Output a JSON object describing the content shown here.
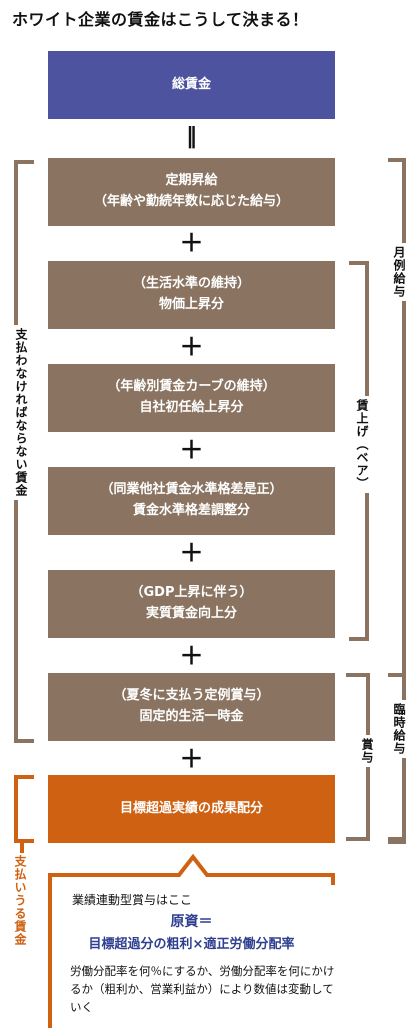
{
  "title": "ホワイト企業の賃金はこうして決まる！",
  "boxes": {
    "total": "総賃金",
    "teiki_line1": "定期昇給",
    "teiki_line2": "（年齢や勤続年数に応じた給与）",
    "seikatsu_line1": "（生活水準の維持）",
    "seikatsu_line2": "物価上昇分",
    "nenrei_line1": "（年齢別賃金カーブの維持）",
    "nenrei_line2": "自社初任給上昇分",
    "dogyo_line1": "（同業他社賃金水準格差是正）",
    "dogyo_line2": "賃金水準格差調整分",
    "gdp_line1": "（GDP上昇に伴う）",
    "gdp_line2": "実質賃金向上分",
    "natsu_line1": "（夏冬に支払う定例賞与）",
    "natsu_line2": "固定的生活一時金",
    "mokuhyo": "目標超過実績の成果配分"
  },
  "operators": {
    "equals": "‖",
    "plus": "＋"
  },
  "brackets": {
    "must_pay": "支払わなければならない賃金",
    "monthly": "月例給与",
    "base_up": "賃上げ（ベア）",
    "bonus": "賞与",
    "temporary": "臨時給与",
    "can_pay": "支払いうる賃金"
  },
  "note": {
    "head": "業績連動型賞与はここ",
    "sub": "原資＝",
    "formula": "目標超過分の粗利×適正労働分配率",
    "body": "労働分配率を何％にするか、労働分配率を何にかけるか（粗利か、営業利益か）により数値は変動していく"
  },
  "colors": {
    "total_box": "#4e539f",
    "brown_box": "#8a7461",
    "orange_box": "#cf6113",
    "formula_text": "#2e3f8f"
  }
}
